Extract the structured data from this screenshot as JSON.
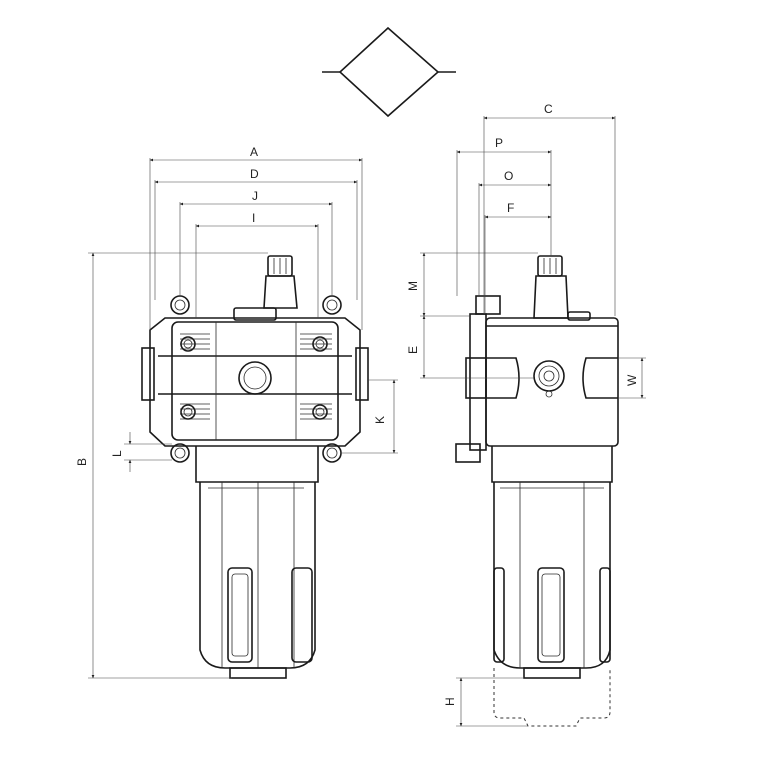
{
  "colors": {
    "line": "#1a1a1a",
    "background": "#ffffff"
  },
  "symbol": {
    "name": "filter-symbol-icon"
  },
  "front_view": {
    "labels": {
      "A": "A",
      "D": "D",
      "J": "J",
      "I": "I",
      "B": "B",
      "L": "L",
      "K": "K"
    }
  },
  "side_view": {
    "labels": {
      "C": "C",
      "P": "P",
      "O": "O",
      "F": "F",
      "M": "M",
      "E": "E",
      "W": "W",
      "H": "H"
    }
  }
}
